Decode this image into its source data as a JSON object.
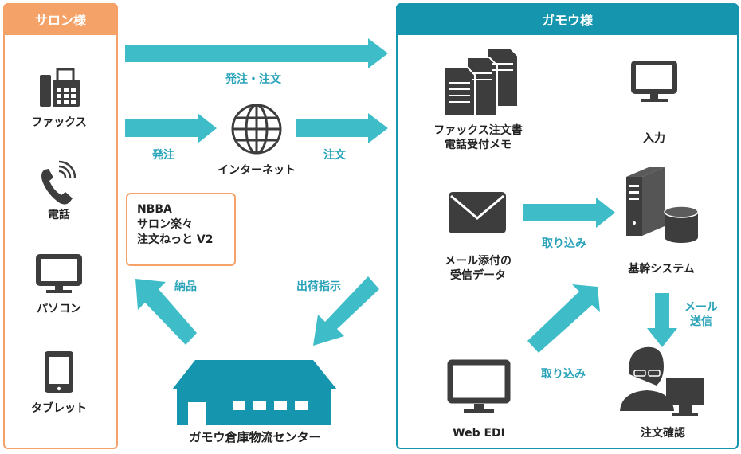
{
  "salon": {
    "title": "サロン様",
    "devices": [
      "ファックス",
      "電話",
      "パソコン",
      "タブレット"
    ]
  },
  "gamo": {
    "title": "ガモウ様",
    "fax_memo_line1": "ファックス注文書",
    "fax_memo_line2": "電話受付メモ",
    "input": "入力",
    "mail_line1": "メール添付の",
    "mail_line2": "受信データ",
    "core_system": "基幹システム",
    "mail_send_line1": "メール",
    "mail_send_line2": "送信",
    "web_edi": "Web EDI",
    "order_confirm": "注文確認"
  },
  "flows": {
    "order_top": "発注・注文",
    "order": "発注",
    "internet": "インターネット",
    "chumon": "注文",
    "import1": "取り込み",
    "import2": "取り込み",
    "delivery": "納品",
    "ship_instruction": "出荷指示"
  },
  "nbba": [
    "NBBA",
    "サロン楽々",
    "注文ねっと V2"
  ],
  "warehouse": "ガモウ倉庫物流センター",
  "colors": {
    "orange": "#f4a268",
    "teal": "#1596ae",
    "arrow": "#3ebdc9",
    "icon": "#3d3d3d"
  }
}
